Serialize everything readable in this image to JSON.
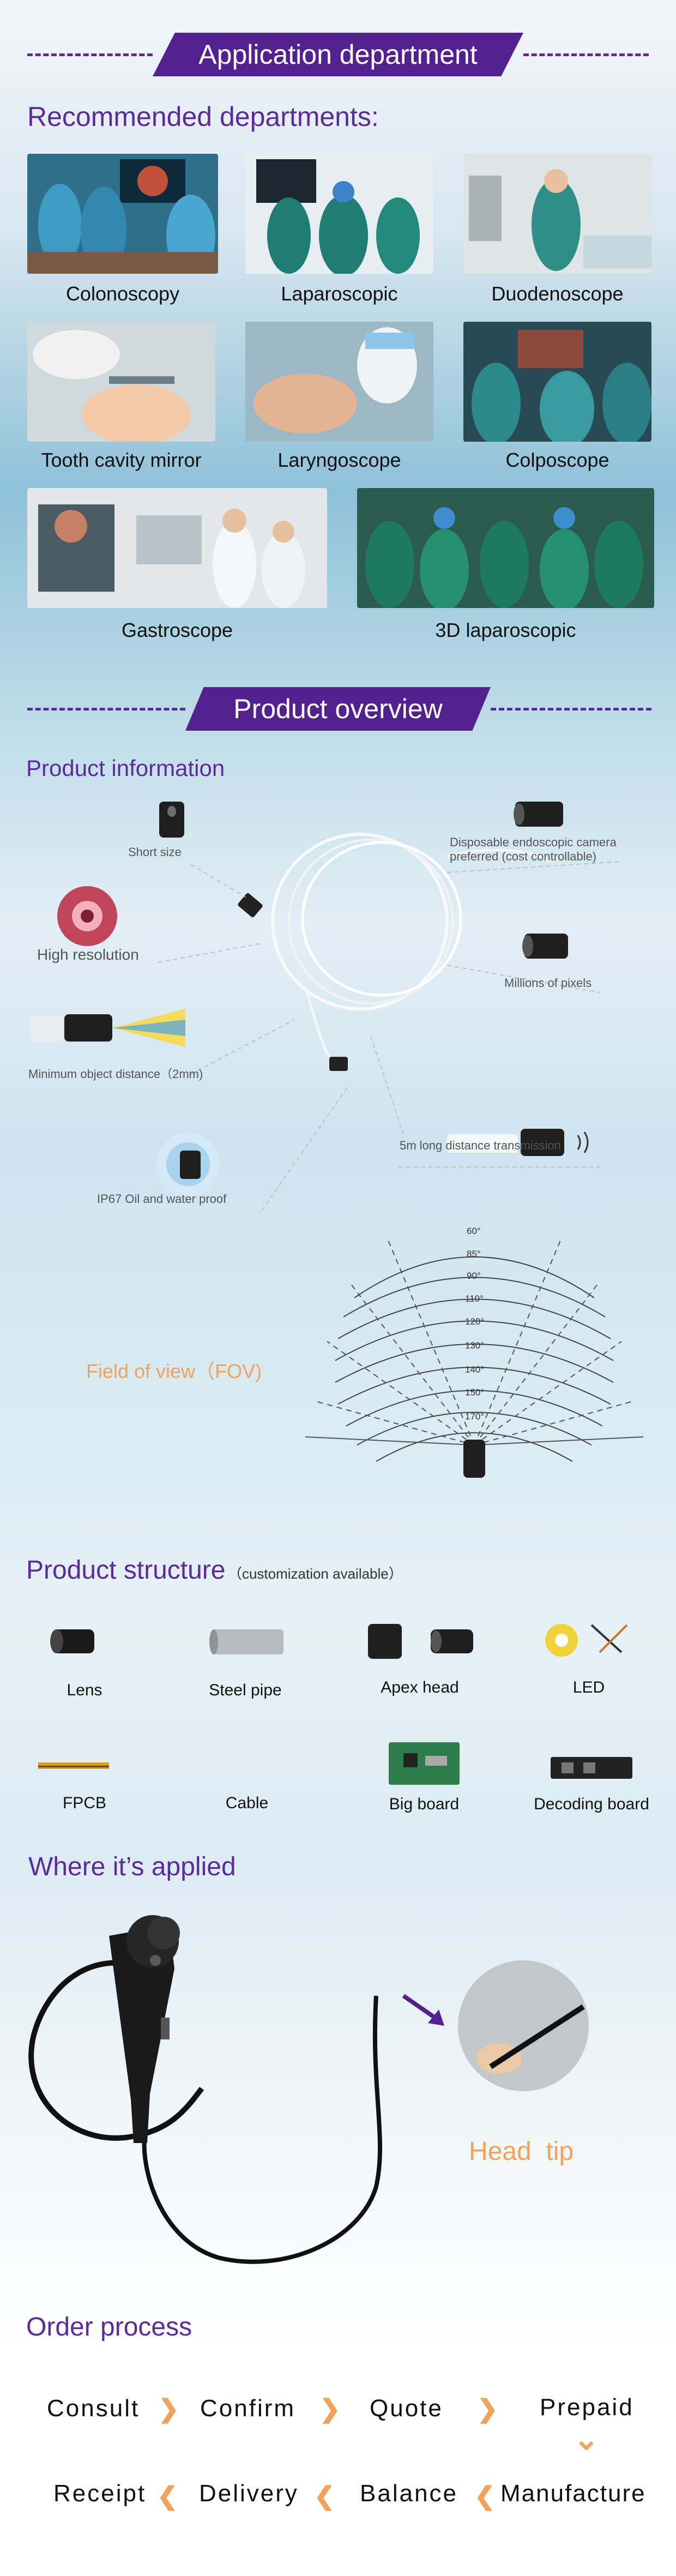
{
  "application": {
    "banner": "Application department",
    "subtitle": "Recommended departments:",
    "departments": [
      "Colonoscopy",
      "Laparoscopic",
      "Duodenoscope",
      "Tooth cavity mirror",
      "Laryngoscope",
      "Colposcope",
      "Gastroscope",
      "3D laparoscopic"
    ]
  },
  "overview": {
    "banner": "Product overview",
    "info_title": "Product information",
    "features": {
      "short_size": "Short size",
      "disposable": "Disposable endoscopic camera preferred (cost controllable)",
      "high_resolution": "High resolution",
      "millions_pixels": "Millions of pixels",
      "min_distance": "Minimum object distance（2mm)",
      "long_distance": "5m long distance transmission",
      "ip67": "IP67 Oil and water proof"
    },
    "fov_label": "Field of view（FOV)",
    "fov_angles": [
      "60°",
      "85°",
      "90°",
      "110°",
      "120°",
      "130°",
      "140°",
      "150°",
      "170°"
    ]
  },
  "structure": {
    "title": "Product structure",
    "note": "（customization available）",
    "parts": [
      "Lens",
      "Steel pipe",
      "Apex head",
      "LED",
      "FPCB",
      "Cable",
      "Big board",
      "Decoding board"
    ]
  },
  "applied": {
    "title": "Where it’s applied",
    "head_tip": "Head  tip"
  },
  "order": {
    "title": "Order process",
    "row1": [
      "Consult",
      "Confirm",
      "Quote",
      "Prepaid"
    ],
    "row2": [
      "Receipt",
      "Delivery",
      "Balance",
      "Manufacture"
    ],
    "arrow_right": "❯",
    "arrow_left": "❮",
    "arrow_down": "⌄"
  },
  "colors": {
    "brand_purple": "#53218f",
    "accent_orange": "#f2a25a"
  }
}
